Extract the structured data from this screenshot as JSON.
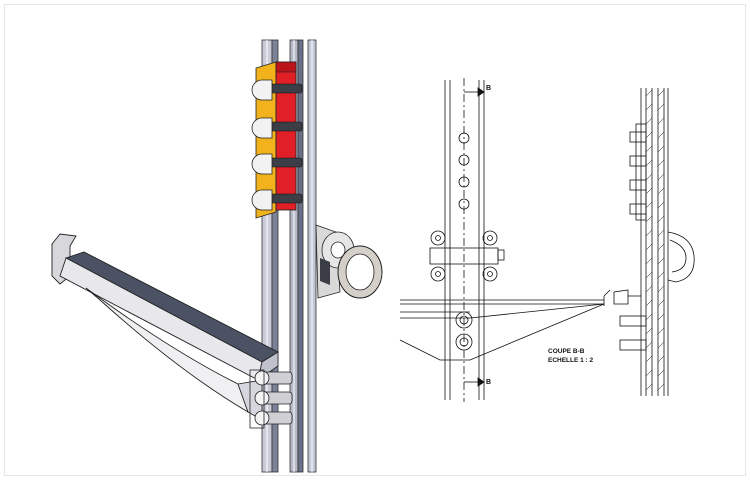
{
  "drawing": {
    "section_marker_top": "B",
    "section_marker_bottom": "B",
    "section_title": "COUPE B-B",
    "section_scale": "ECHELLE 1 : 2"
  },
  "colors": {
    "post": "#9aa0b4",
    "post_shade": "#5b6178",
    "lock_red": "#e01f26",
    "lock_yellow": "#f2b21b",
    "clip_dark": "#3b3d47",
    "arm_surface": "#4a5264",
    "line": "#111111"
  },
  "icons": [
    "post-icon",
    "shelf-bracket-icon",
    "lock-bar-icon",
    "hook-ring-icon"
  ]
}
